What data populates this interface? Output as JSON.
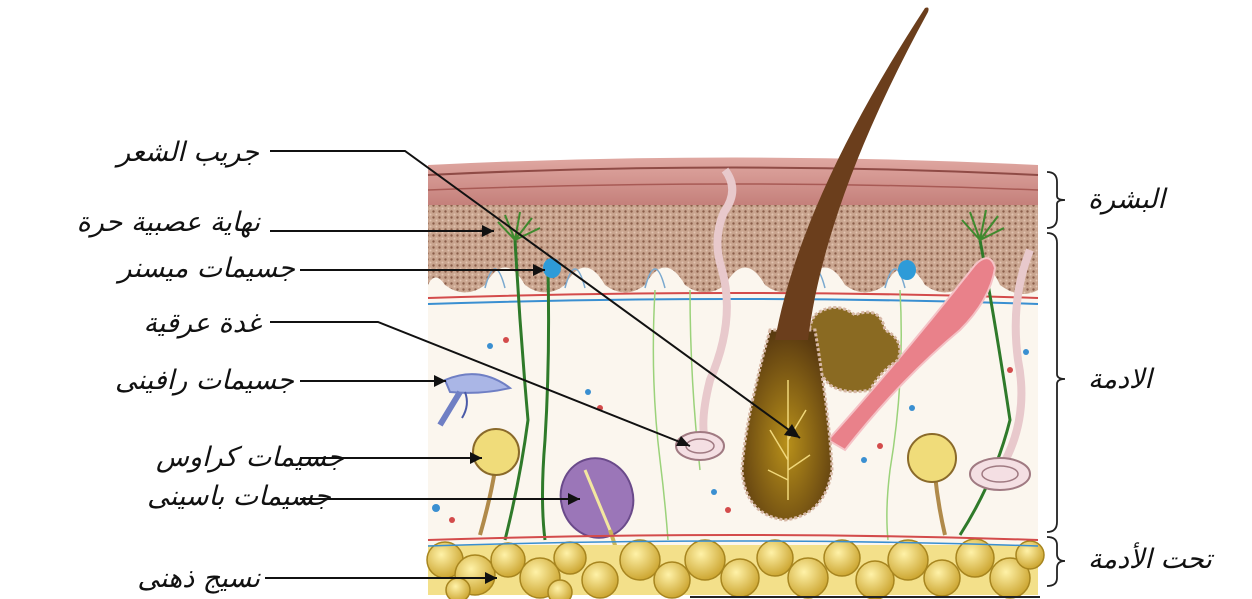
{
  "structure_labels": {
    "hair_follicle": "جريب الشعر",
    "free_nerve_ending": "نهاية عصبية حرة",
    "meissner": "جسيمات ميسنر",
    "sweat_gland": "غدة عرقية",
    "ruffini": "جسيمات رافينى",
    "krause": "جسيمات كراوس",
    "pacinian": "جسيمات باسينى",
    "fat_tissue": "نسيج ذهنى"
  },
  "layer_labels": {
    "epidermis": "البشرة",
    "dermis": "الادمة",
    "hypodermis": "تحت الأدمة"
  },
  "colors": {
    "epidermis": "#c98f8a",
    "dermis": "#fbf6ee",
    "fat": "#e8c84a",
    "hair": "#6b3e1c",
    "nerve": "#2f7a2a",
    "muscle": "#e9818a"
  }
}
